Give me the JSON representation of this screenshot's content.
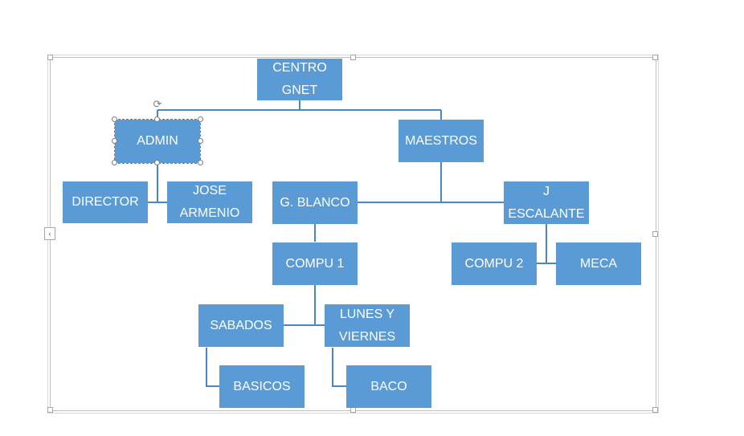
{
  "diagram": {
    "type": "org-chart",
    "colors": {
      "node_fill": "#5b9bd5",
      "node_text": "#ffffff",
      "connector": "#4a86c0"
    },
    "nodes": {
      "centro_gnet": "CENTRO\nGNET",
      "admin": "ADMIN",
      "maestros": "MAESTROS",
      "director": "DIRECTOR",
      "jose_armenio": "JOSE\nARMENIO",
      "g_blanco": "G. BLANCO",
      "j_escalante": "J\nESCALANTE",
      "compu_1": "COMPU 1",
      "compu_2": "COMPU 2",
      "meca": "MECA",
      "sabados": "SABADOS",
      "lunes_viernes": "LUNES Y\nVIERNES",
      "basicos": "BASICOS",
      "baco": "BACO"
    },
    "edges": [
      [
        "centro_gnet",
        "admin"
      ],
      [
        "centro_gnet",
        "maestros"
      ],
      [
        "admin",
        "director"
      ],
      [
        "admin",
        "jose_armenio"
      ],
      [
        "maestros",
        "g_blanco"
      ],
      [
        "maestros",
        "j_escalante"
      ],
      [
        "g_blanco",
        "compu_1"
      ],
      [
        "j_escalante",
        "compu_2"
      ],
      [
        "j_escalante",
        "meca"
      ],
      [
        "compu_1",
        "sabados"
      ],
      [
        "compu_1",
        "lunes_viernes"
      ],
      [
        "sabados",
        "basicos"
      ],
      [
        "lunes_viernes",
        "baco"
      ]
    ],
    "selected_node": "admin"
  }
}
